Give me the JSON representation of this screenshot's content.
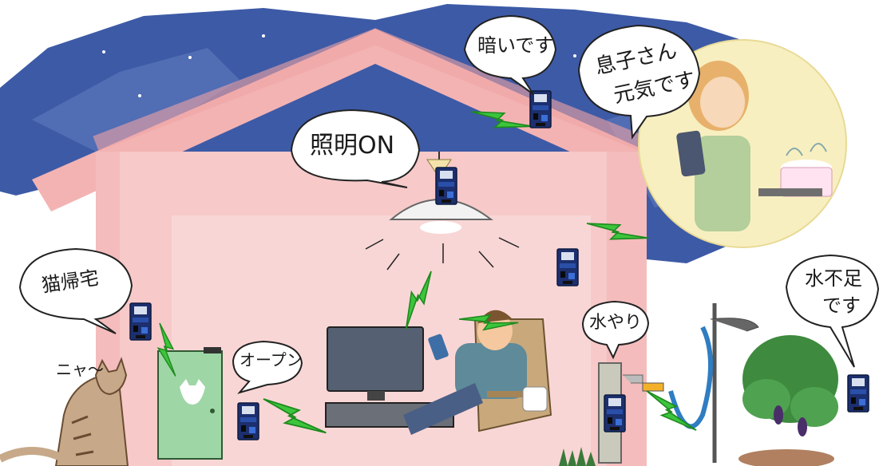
{
  "bubbles": {
    "dark": "暗いです",
    "light_on": "照明ON",
    "son_line1": "息子さん",
    "son_line2": "元気です",
    "cat_home": "猫帰宅",
    "open": "オープン",
    "watering": "水やり",
    "water_short_line1": "水不足",
    "water_short_line2": "です"
  },
  "sounds": {
    "cat_meow": "ニャ〜"
  },
  "colors": {
    "night_sky": "#3d5aa6",
    "house_wall": "#f4b7b7",
    "house_inner": "#f8caca",
    "wireless": "#3cc63c",
    "sensor_board": "#1f3f8a",
    "door": "#9fd6a6",
    "mom_circle": "#f8efc0"
  }
}
